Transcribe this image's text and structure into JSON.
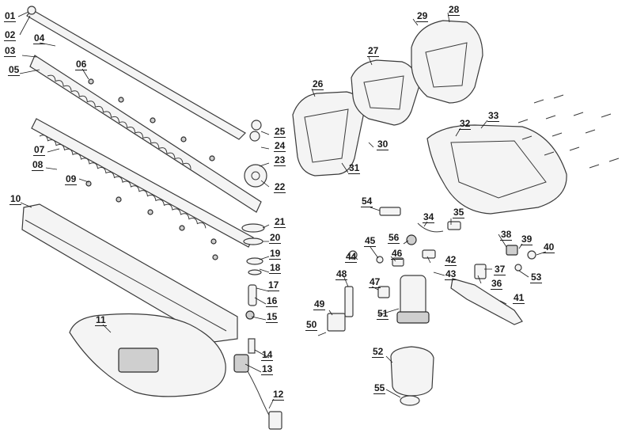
{
  "diagram": {
    "type": "exploded-parts-view",
    "labels": [
      "01",
      "02",
      "03",
      "04",
      "05",
      "06",
      "07",
      "08",
      "09",
      "10",
      "11",
      "12",
      "13",
      "14",
      "15",
      "16",
      "17",
      "18",
      "19",
      "20",
      "21",
      "22",
      "23",
      "24",
      "25",
      "26",
      "27",
      "28",
      "29",
      "30",
      "31",
      "32",
      "33",
      "34",
      "35",
      "36",
      "37",
      "38",
      "39",
      "40",
      "41",
      "42",
      "43",
      "44",
      "45",
      "46",
      "47",
      "48",
      "49",
      "50",
      "51",
      "52",
      "53",
      "54",
      "55",
      "56"
    ]
  },
  "colors": {
    "line": "#3a3a3a",
    "fill": "#f4f4f4",
    "shade": "#cfcfcf",
    "text": "#1a1a1a"
  }
}
